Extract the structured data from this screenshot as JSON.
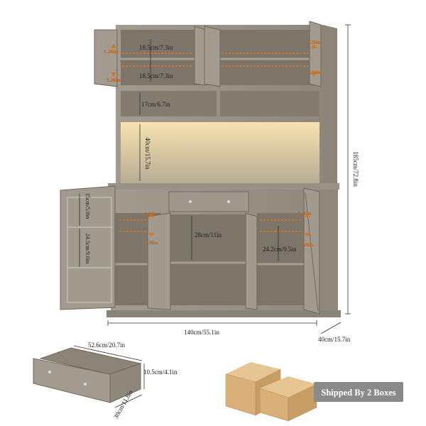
{
  "product": {
    "dimensions": {
      "height_total": "185cm/72.8in",
      "width_total": "140cm/55.1in",
      "depth_total": "40cm/15.7in",
      "upper_shelf_top": "18.5cm/7.3in",
      "upper_shelf_bottom": "18.5cm/7.3in",
      "open_shelf": "17cm/6.7in",
      "hutch_gap": "40cm/15.7in",
      "side_door_top": "15cm/5.9in",
      "side_door_mid": "24.5cm/9.6in",
      "center_cabinet": "28cm/11in",
      "right_cabinet": "24.2cm/9.5in",
      "shelf_adjust": "1.26in"
    },
    "drawer": {
      "length": "52.6cm/20.7in",
      "height": "10.5cm/4.1in",
      "depth": "30cm/11.8in"
    },
    "shipping": {
      "label": "Shipped By 2 Boxes"
    },
    "colors": {
      "wood": "#9d958a",
      "wood_dark": "#7f776c",
      "interior": "#8a8276",
      "led": "#f0d9a0",
      "accent": "#d07a28",
      "badge": "#8a8a8a",
      "box": "#d9b07a"
    }
  }
}
